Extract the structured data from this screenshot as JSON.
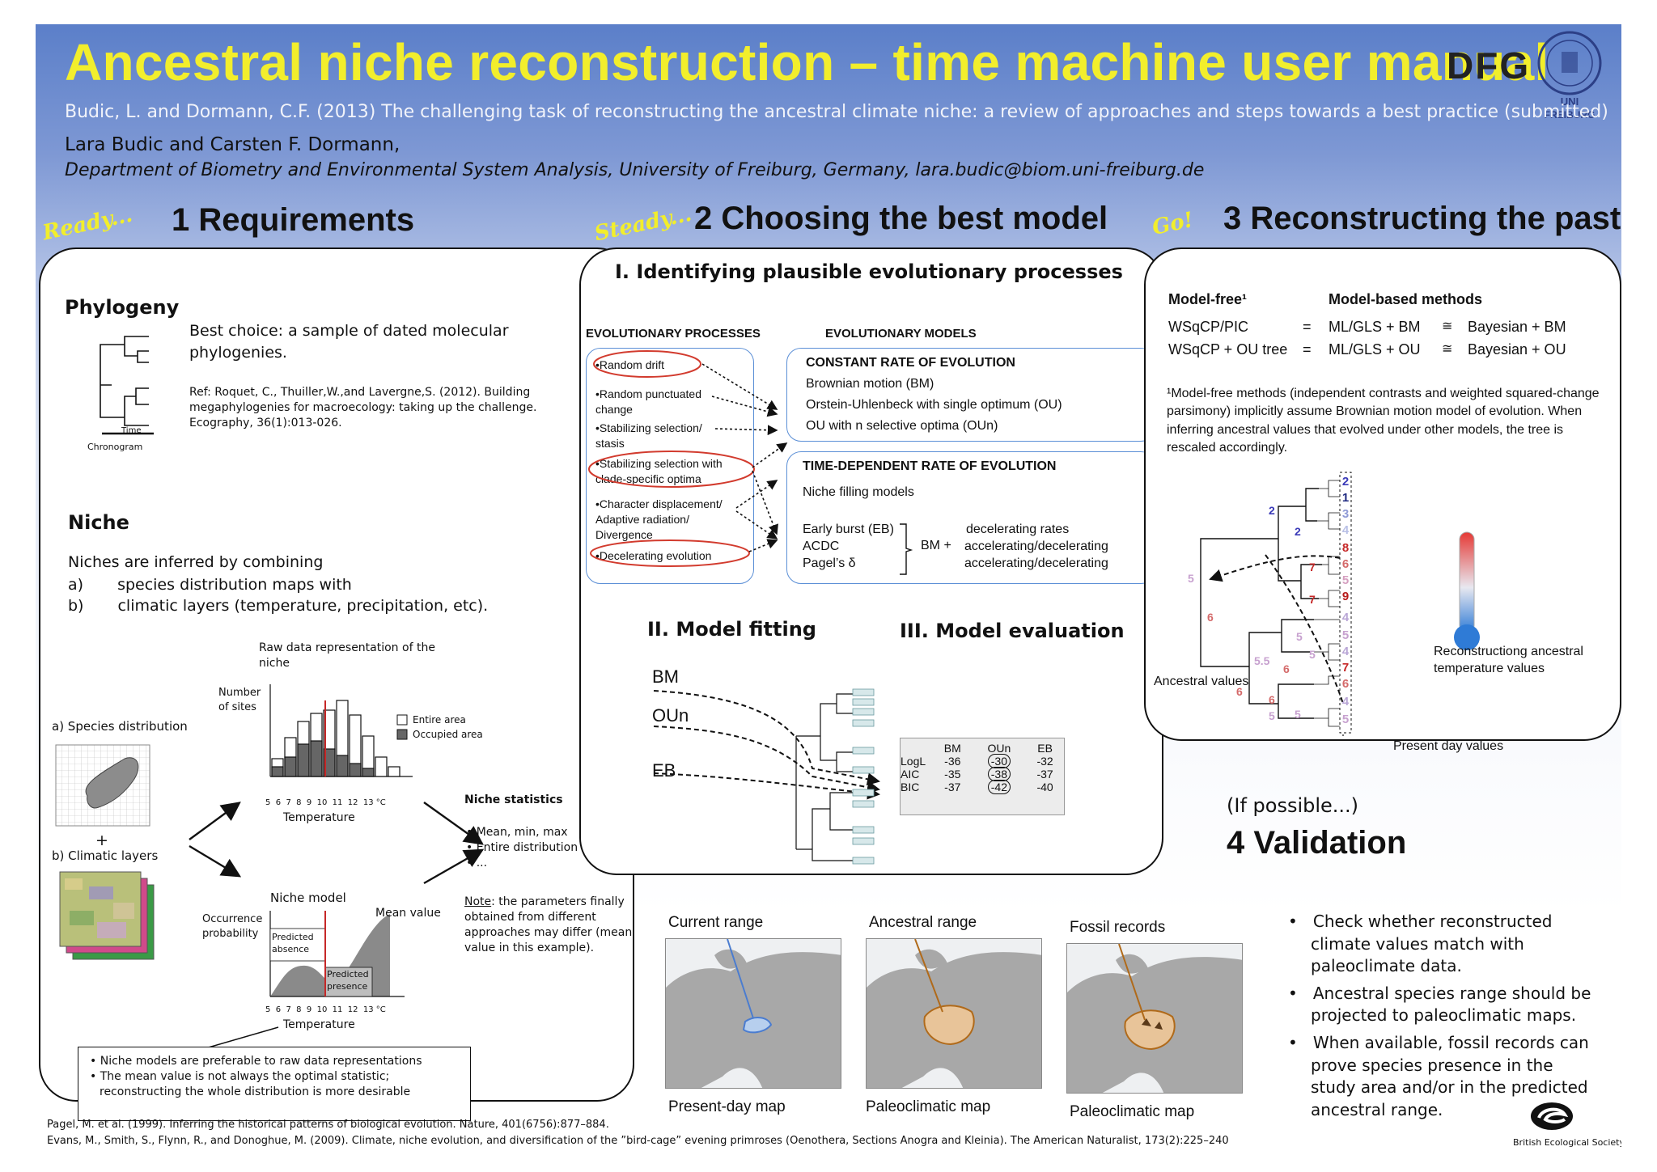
{
  "header": {
    "title": "Ancestral niche reconstruction – time machine user manual",
    "logo_dfg": "DFG",
    "logo_freiburg_line1": "UNI",
    "logo_freiburg_line2": "FREIBURG",
    "citation": "Budic, L. and Dormann, C.F. (2013) The challenging task of reconstructing the ancestral climate niche: a review of approaches and steps towards a best practice (submitted)",
    "authors": "Lara Budic and Carsten F. Dormann,",
    "affiliation": "Department of Biometry and Environmental System Analysis, University of Freiburg, Germany, lara.budic@biom.uni-freiburg.de"
  },
  "sections": {
    "s1": {
      "tag": "Ready...",
      "title": "1 Requirements"
    },
    "s2": {
      "tag": "Steady...",
      "title": "2 Choosing the best model"
    },
    "s3": {
      "tag": "Go!",
      "title": "3 Reconstructing the past"
    },
    "s4": {
      "pre": "(If possible...)",
      "title": "4 Validation"
    }
  },
  "requirements": {
    "phylogeny_title": "Phylogeny",
    "phylogeny_text": "Best choice: a sample of dated molecular phylogenies.",
    "phylogeny_ref": "Ref: Roquet, C., Thuiller,W.,and Lavergne,S. (2012). Building megaphylogenies for macroecology: taking up the challenge. Ecography, 36(1):013-026.",
    "time_label": "Time",
    "chronogram_label": "Chronogram",
    "niche_title": "Niche",
    "niche_intro": "Niches are inferred by combining",
    "niche_items": [
      {
        "letter": "a)",
        "text": "species distribution maps with"
      },
      {
        "letter": "b)",
        "text": "climatic layers (temperature, precipitation, etc)."
      }
    ],
    "raw_title": "Raw data representation of the niche",
    "number_of_sites": "Number of sites",
    "legend_entire": "Entire area",
    "legend_occupied": "Occupied area",
    "temp_ticks": "5  6  7  8  9  10  11  12  13 °C",
    "temperature": "Temperature",
    "species_dist": "a) Species distribution",
    "plus": "+",
    "climatic_layers": "b) Climatic layers",
    "niche_model": "Niche model",
    "occurrence_probability": "Occurrence probability",
    "predicted_absence": "Predicted absence",
    "predicted_presence": "Predicted presence",
    "mean_value": "Mean value",
    "niche_stats_title": "Niche statistics",
    "niche_stats": [
      "Mean, min, max",
      "Entire distribution",
      "..."
    ],
    "note_label": "Note",
    "note_text": ": the parameters finally obtained from different approaches may differ (mean value in this example).",
    "callout": [
      "Niche models are preferable to raw data representations",
      "The mean value is not always the optimal statistic; reconstructing the whole distribution is more desirable"
    ]
  },
  "choosing": {
    "sub1": "I. Identifying plausible evolutionary processes",
    "col_processes": "EVOLUTIONARY PROCESSES",
    "col_models": "EVOLUTIONARY MODELS",
    "processes": [
      "•Random drift",
      "•Random punctuated change",
      "•Stabilizing selection/ stasis",
      "•Stabilizing selection with clade-specific optima",
      "•Character displacement/ Adaptive radiation/ Divergence",
      "•Decelerating evolution"
    ],
    "constant_title": "CONSTANT RATE OF EVOLUTION",
    "constant_models": [
      "Brownian motion (BM)",
      "Orstein-Uhlenbeck with single optimum (OU)",
      "OU with n selective optima (OUn)"
    ],
    "timedep_title": "TIME-DEPENDENT RATE OF EVOLUTION",
    "niche_filling": "Niche filling models",
    "timedep_models": [
      "Early burst (EB)",
      "ACDC",
      "Pagel’s δ"
    ],
    "bm_plus": "BM +",
    "timedep_rates": [
      "decelerating rates",
      "accelerating/decelerating",
      "accelerating/decelerating"
    ],
    "sub2": "II. Model fitting",
    "sub3": "III. Model evaluation",
    "fit_labels": [
      "BM",
      "OUn",
      "EB"
    ],
    "eval_table": {
      "headers": [
        "",
        "BM",
        "OUn",
        "EB"
      ],
      "rows": [
        [
          "LogL",
          "-36",
          "-30",
          "-32"
        ],
        [
          "AIC",
          "-35",
          "-38",
          "-37"
        ],
        [
          "BIC",
          "-37",
          "-42",
          "-40"
        ]
      ]
    }
  },
  "reconstruct": {
    "model_free": "Model-free¹",
    "model_based": "Model-based methods",
    "rows": [
      [
        "WSqCP/PIC",
        "=",
        "ML/GLS + BM",
        "≅",
        "Bayesian + BM"
      ],
      [
        "WSqCP + OU tree",
        "=",
        "ML/GLS + OU",
        "≅",
        "Bayesian + OU"
      ]
    ],
    "footnote": "¹Model-free methods (independent contrasts and weighted squared-change parsimony) implicitly assume Brownian motion model of evolution. When inferring ancestral values that evolved under other models, the tree is rescaled accordingly.",
    "ancestral_values": "Ancestral values",
    "present_values": "Present day values",
    "reconstructing_label": "Reconstructiong ancestral temperature values",
    "tip_values": [
      "2",
      "1",
      "3",
      "4",
      "8",
      "6",
      "5",
      "9",
      "4",
      "5",
      "4",
      "7",
      "6",
      "4",
      "5"
    ],
    "node_values": [
      "2",
      "2",
      "7",
      "7",
      "5",
      "5",
      "5",
      "6",
      "6",
      "6",
      "5",
      "5.5",
      "6",
      "5"
    ]
  },
  "validation": {
    "maps": [
      {
        "title": "Current range",
        "caption": "Present-day map"
      },
      {
        "title": "Ancestral range",
        "caption": "Paleoclimatic map"
      },
      {
        "title": "Fossil records",
        "caption": "Paleoclimatic map"
      }
    ],
    "bullets": [
      "Check whether reconstructed climate values match with paleoclimate data.",
      "Ancestral species range should be projected to paleoclimatic maps.",
      "When available, fossil records can prove species presence in the study area and/or in the predicted ancestral range."
    ]
  },
  "footer": {
    "refs": [
      "Pagel, M. et al. (1999). Inferring the historical patterns of biological evolution. Nature, 401(6756):877–884.",
      "Evans, M., Smith, S., Flynn, R., and Donoghue, M. (2009). Climate, niche evolution, and diversification of the ”bird-cage” evening primroses (Oenothera, Sections Anogra and Kleinia). The American Naturalist, 173(2):225–240"
    ],
    "bes": "British Ecological Society"
  },
  "colors": {
    "title_yellow": "#f2ee2c",
    "red_circle": "#d23b2e",
    "blue_box": "#5b8fd6",
    "arrow_brown": "#b06a1a"
  }
}
